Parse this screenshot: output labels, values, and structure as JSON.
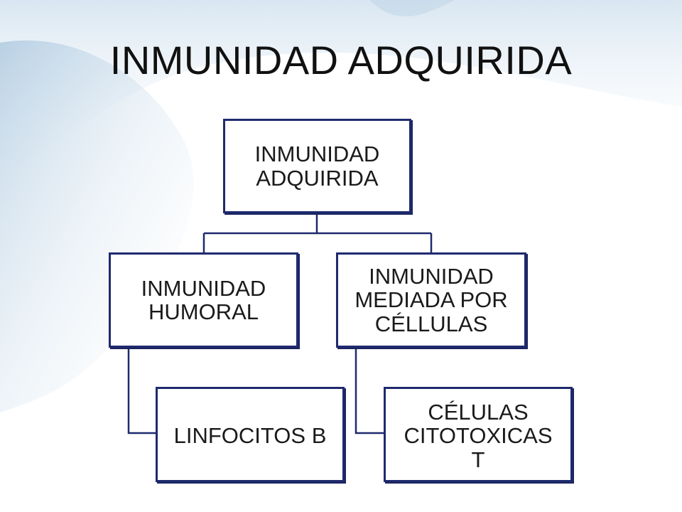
{
  "title": "INMUNIDAD ADQUIRIDA",
  "colors": {
    "node_border": "#1f2a6e",
    "connector": "#1f2a6e",
    "background_accent": "#bcd3e6"
  },
  "diagram": {
    "root": {
      "label": "INMUNIDAD\nADQUIRIDA"
    },
    "branches": [
      {
        "label": "INMUNIDAD\nHUMORAL",
        "child": {
          "label": "LINFOCITOS B"
        }
      },
      {
        "label": "INMUNIDAD\nMEDIADA POR\nCÉLLULAS",
        "child": {
          "label": "CÉLULAS\nCITOTOXICAS\nT"
        }
      }
    ]
  }
}
